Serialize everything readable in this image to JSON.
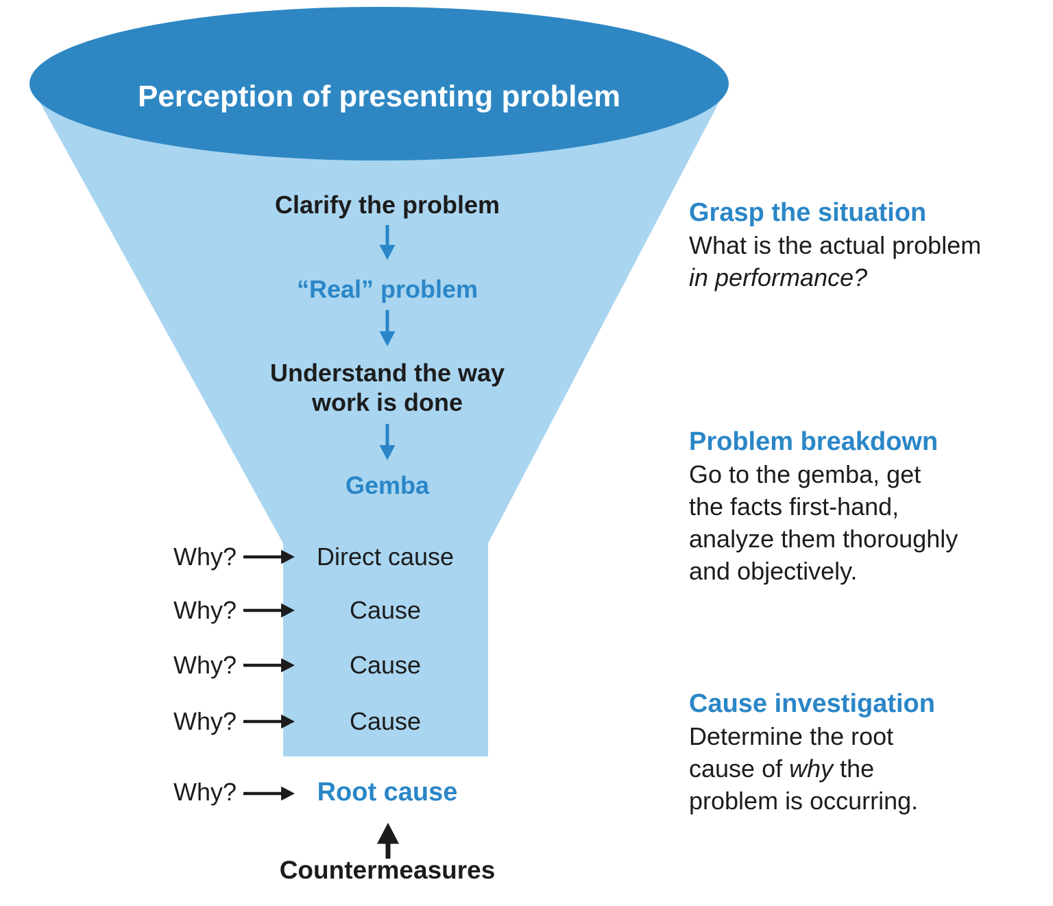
{
  "colors": {
    "funnel_light": "#a9d5f0",
    "funnel_dark": "#2e87c3",
    "accent_blue": "#2a86c7",
    "text_black": "#1c1c1c"
  },
  "funnel": {
    "top_label": "Perception of presenting problem",
    "steps": [
      {
        "lines": [
          "Clarify the problem"
        ]
      },
      {
        "lines": [
          "“Real” problem"
        ]
      },
      {
        "lines": [
          "Understand the way",
          "work is done"
        ]
      },
      {
        "lines": [
          "Gemba"
        ]
      }
    ],
    "why_label": "Why?",
    "cause_rows": [
      "Direct cause",
      "Cause",
      "Cause",
      "Cause"
    ],
    "root_cause": "Root cause",
    "countermeasures": "Countermeasures"
  },
  "annotations": [
    {
      "heading": "Grasp the situation",
      "lines": [
        [
          {
            "text": "What is the actual problem"
          }
        ],
        [
          {
            "text": "in performance?",
            "italic": true
          }
        ]
      ]
    },
    {
      "heading": "Problem breakdown",
      "lines": [
        [
          {
            "text": "Go to the gemba, get"
          }
        ],
        [
          {
            "text": "the facts first-hand,"
          }
        ],
        [
          {
            "text": "analyze them thoroughly"
          }
        ],
        [
          {
            "text": "and objectively."
          }
        ]
      ]
    },
    {
      "heading": "Cause investigation",
      "lines": [
        [
          {
            "text": "Determine the root"
          }
        ],
        [
          {
            "text": "cause of "
          },
          {
            "text": "why",
            "italic": true
          },
          {
            "text": " the"
          }
        ],
        [
          {
            "text": "problem is occurring."
          }
        ]
      ]
    }
  ]
}
